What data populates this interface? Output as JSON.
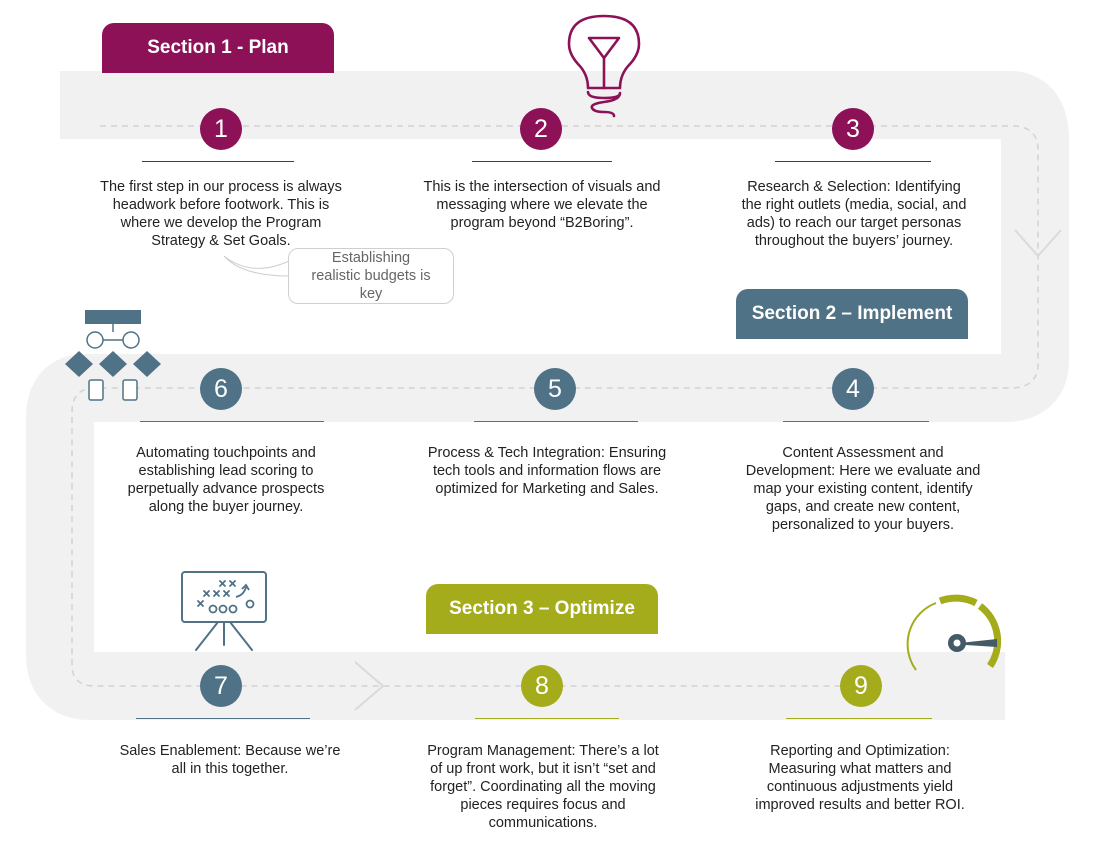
{
  "colors": {
    "plan": "#8c1157",
    "implement": "#507286",
    "optimize": "#a4ac1c",
    "track": "#f1f1f1"
  },
  "sections": [
    {
      "label": "Section 1 - Plan"
    },
    {
      "label": "Section 2 – Implement"
    },
    {
      "label": "Section 3 – Optimize"
    }
  ],
  "steps": [
    {
      "number": "1",
      "text": "The first step in our process is always headwork before footwork. This is where we develop the Program Strategy & Set Goals."
    },
    {
      "number": "2",
      "text": "This is the intersection of visuals and messaging where we elevate the program beyond “B2Boring”."
    },
    {
      "number": "3",
      "text": "Research & Selection:  Identifying the right outlets (media, social, and ads) to reach our target personas throughout the buyers’ journey."
    },
    {
      "number": "4",
      "text": "Content Assessment and Development: Here we evaluate and map your existing content, identify gaps, and create new content, personalized to your buyers."
    },
    {
      "number": "5",
      "text": "Process & Tech Integration: Ensuring tech tools and information flows are optimized for Marketing and Sales."
    },
    {
      "number": "6",
      "text": "Automating touchpoints and establishing lead scoring to perpetually advance prospects along the buyer journey."
    },
    {
      "number": "7",
      "text": "Sales Enablement: Because we’re all in this together."
    },
    {
      "number": "8",
      "text": "Program Management: There’s a lot of up front work, but it isn’t “set and forget”.  Coordinating all the moving pieces requires focus and communications."
    },
    {
      "number": "9",
      "text": "Reporting and Optimization: Measuring what matters and continuous adjustments yield improved results and better ROI."
    }
  ],
  "callout": {
    "text": "Establishing realistic budgets is key"
  },
  "icons": {
    "lightbulb": "lightbulb-icon",
    "flowchart": "flowchart-icon",
    "playbook": "playbook-easel-icon",
    "gauge": "gauge-icon"
  }
}
